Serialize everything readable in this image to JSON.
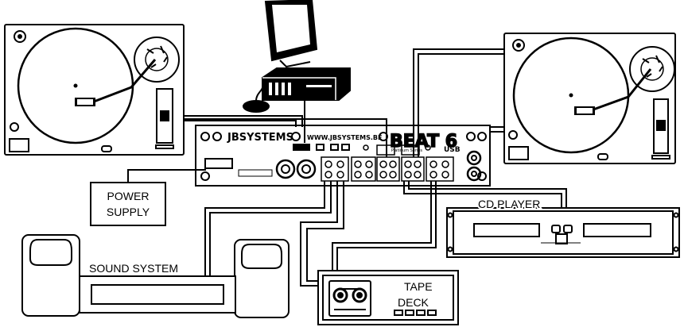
{
  "labels": {
    "power_supply_line1": "POWER",
    "power_supply_line2": "SUPPLY",
    "sound_system": "SOUND SYSTEM",
    "cd_player": "CD PLAYER",
    "tape_deck_line1": "TAPE",
    "tape_deck_line2": "DECK"
  },
  "mixer": {
    "brand": "JBSYSTEMS",
    "website": "WWW.JBSYSTEMS.BE",
    "model": "BEAT 6",
    "series": "Platinum Series",
    "usb": "USB"
  },
  "colors": {
    "line": "#000000",
    "background": "#ffffff"
  }
}
